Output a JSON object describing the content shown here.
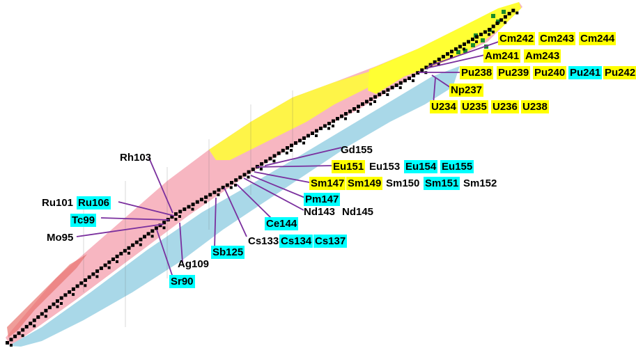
{
  "colors": {
    "stable": "#000000",
    "proton_rich": "#f7b6c1",
    "neutron_rich": "#a9d8e8",
    "actinide_yellow": "#ffff33",
    "actinide_green": "#1a8a2a",
    "alpha_red": "#e8736e",
    "leader_line": "#7a2f9e",
    "highlight_yellow": "#ffff00",
    "highlight_cyan": "#00ffff"
  },
  "labels": [
    {
      "id": "cm242",
      "text": "Cm242",
      "hl": "yellow"
    },
    {
      "id": "cm243",
      "text": "Cm243",
      "hl": "yellow"
    },
    {
      "id": "cm244",
      "text": "Cm244",
      "hl": "yellow"
    },
    {
      "id": "am241",
      "text": "Am241",
      "hl": "yellow"
    },
    {
      "id": "am243",
      "text": "Am243",
      "hl": "yellow"
    },
    {
      "id": "pu238",
      "text": "Pu238",
      "hl": "yellow"
    },
    {
      "id": "pu239",
      "text": "Pu239",
      "hl": "yellow"
    },
    {
      "id": "pu240",
      "text": "Pu240",
      "hl": "yellow"
    },
    {
      "id": "pu241",
      "text": "Pu241",
      "hl": "cyan"
    },
    {
      "id": "pu242",
      "text": "Pu242",
      "hl": "yellow"
    },
    {
      "id": "np237",
      "text": "Np237",
      "hl": "yellow"
    },
    {
      "id": "u234",
      "text": "U234",
      "hl": "yellow"
    },
    {
      "id": "u235",
      "text": "U235",
      "hl": "yellow"
    },
    {
      "id": "u236",
      "text": "U236",
      "hl": "yellow"
    },
    {
      "id": "u238",
      "text": "U238",
      "hl": "yellow"
    },
    {
      "id": "gd155",
      "text": "Gd155",
      "hl": "none"
    },
    {
      "id": "eu151",
      "text": "Eu151",
      "hl": "yellow"
    },
    {
      "id": "eu153",
      "text": "Eu153",
      "hl": "none"
    },
    {
      "id": "eu154",
      "text": "Eu154",
      "hl": "cyan"
    },
    {
      "id": "eu155",
      "text": "Eu155",
      "hl": "cyan"
    },
    {
      "id": "sm147",
      "text": "Sm147",
      "hl": "yellow"
    },
    {
      "id": "sm149",
      "text": "Sm149",
      "hl": "yellow"
    },
    {
      "id": "sm150",
      "text": "Sm150",
      "hl": "none"
    },
    {
      "id": "sm151",
      "text": "Sm151",
      "hl": "cyan"
    },
    {
      "id": "sm152",
      "text": "Sm152",
      "hl": "none"
    },
    {
      "id": "pm147",
      "text": "Pm147",
      "hl": "cyan"
    },
    {
      "id": "nd143",
      "text": "Nd143",
      "hl": "none"
    },
    {
      "id": "nd145",
      "text": "Nd145",
      "hl": "none"
    },
    {
      "id": "ce144",
      "text": "Ce144",
      "hl": "cyan"
    },
    {
      "id": "cs133",
      "text": "Cs133",
      "hl": "none"
    },
    {
      "id": "cs134",
      "text": "Cs134",
      "hl": "cyan"
    },
    {
      "id": "cs137",
      "text": "Cs137",
      "hl": "cyan"
    },
    {
      "id": "rh103",
      "text": "Rh103",
      "hl": "none"
    },
    {
      "id": "ru101",
      "text": "Ru101",
      "hl": "none"
    },
    {
      "id": "ru106",
      "text": "Ru106",
      "hl": "cyan"
    },
    {
      "id": "tc99",
      "text": "Tc99",
      "hl": "cyan"
    },
    {
      "id": "mo95",
      "text": "Mo95",
      "hl": "none"
    },
    {
      "id": "sb125",
      "text": "Sb125",
      "hl": "cyan"
    },
    {
      "id": "ag109",
      "text": "Ag109",
      "hl": "none"
    },
    {
      "id": "sr90",
      "text": "Sr90",
      "hl": "cyan"
    }
  ]
}
